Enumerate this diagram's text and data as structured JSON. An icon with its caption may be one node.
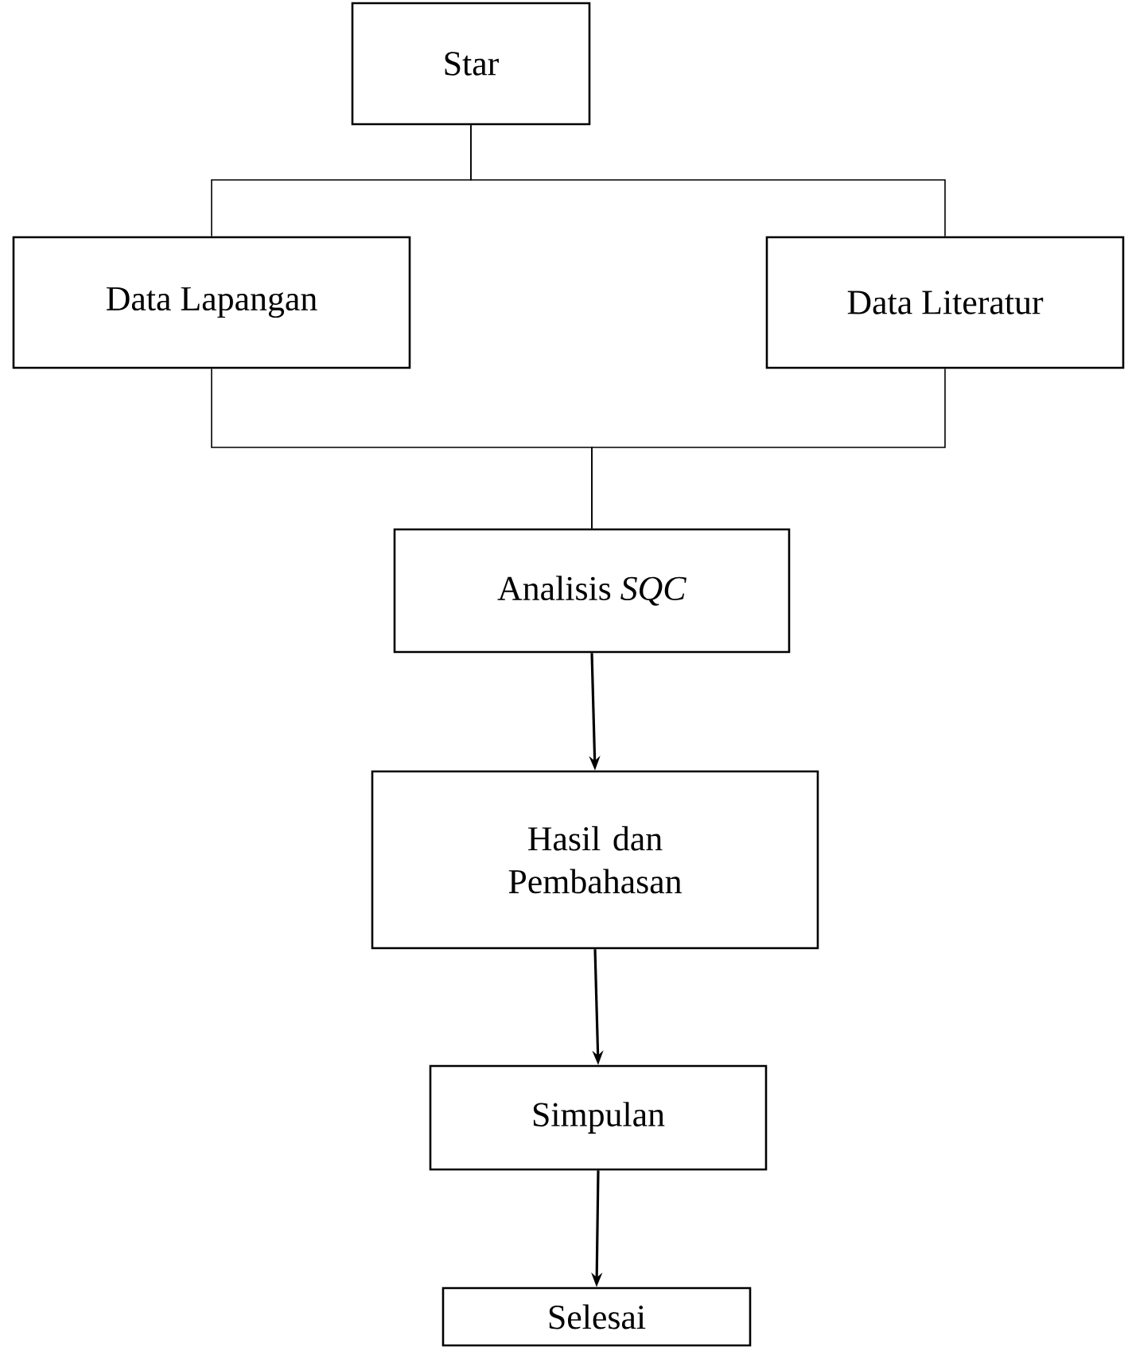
{
  "diagram": {
    "nodes": [
      {
        "text": [
          "Star"
        ]
      },
      {
        "text": [
          "Data Lapangan"
        ]
      },
      {
        "text": [
          "Data Literatur"
        ]
      },
      {
        "text": [
          "Analisis *SQC*"
        ]
      },
      {
        "text": [
          "Hasil dan Pembahasan"
        ]
      },
      {
        "text": [
          "Simpulan"
        ]
      },
      {
        "text": [
          "Selesai"
        ]
      }
    ],
    "edges": [
      {
        "from": 0,
        "to": 1,
        "arrow": "none"
      },
      {
        "from": 0,
        "to": 2,
        "arrow": "none"
      },
      {
        "from": 1,
        "to": 3,
        "arrow": "none"
      },
      {
        "from": 2,
        "to": 3,
        "arrow": "none"
      },
      {
        "from": 3,
        "to": 4,
        "arrow": "to"
      },
      {
        "from": 4,
        "to": 5,
        "arrow": "to"
      },
      {
        "from": 5,
        "to": 6,
        "arrow": "to"
      }
    ]
  }
}
